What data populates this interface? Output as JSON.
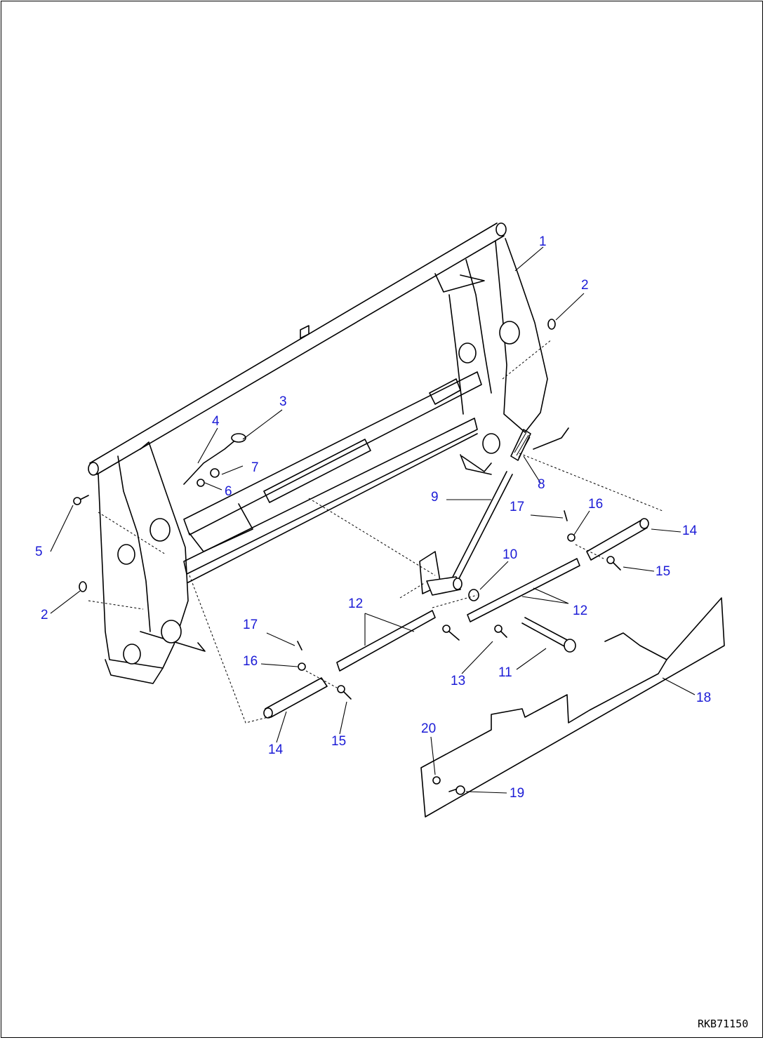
{
  "callouts": [
    {
      "id": "1",
      "text": "1"
    },
    {
      "id": "2a",
      "text": "2"
    },
    {
      "id": "2b",
      "text": "2"
    },
    {
      "id": "3",
      "text": "3"
    },
    {
      "id": "4",
      "text": "4"
    },
    {
      "id": "5",
      "text": "5"
    },
    {
      "id": "6",
      "text": "6"
    },
    {
      "id": "7",
      "text": "7"
    },
    {
      "id": "8",
      "text": "8"
    },
    {
      "id": "9",
      "text": "9"
    },
    {
      "id": "10",
      "text": "10"
    },
    {
      "id": "11",
      "text": "11"
    },
    {
      "id": "12a",
      "text": "12"
    },
    {
      "id": "12b",
      "text": "12"
    },
    {
      "id": "13",
      "text": "13"
    },
    {
      "id": "14a",
      "text": "14"
    },
    {
      "id": "14b",
      "text": "14"
    },
    {
      "id": "15a",
      "text": "15"
    },
    {
      "id": "15b",
      "text": "15"
    },
    {
      "id": "16a",
      "text": "16"
    },
    {
      "id": "16b",
      "text": "16"
    },
    {
      "id": "17a",
      "text": "17"
    },
    {
      "id": "17b",
      "text": "17"
    },
    {
      "id": "18",
      "text": "18"
    },
    {
      "id": "19",
      "text": "19"
    },
    {
      "id": "20",
      "text": "20"
    }
  ],
  "drawing_ref": "RKB71150",
  "colors": {
    "callout": "#1b1bd6",
    "line": "#000000",
    "background": "#ffffff"
  }
}
